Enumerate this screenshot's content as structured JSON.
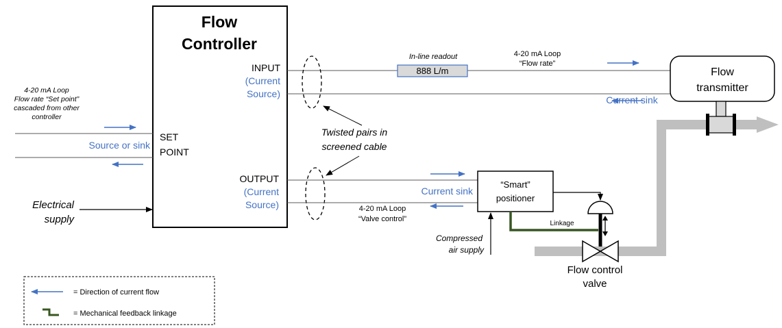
{
  "controller": {
    "title_line1": "Flow",
    "title_line2": "Controller"
  },
  "ports": {
    "input": {
      "label": "INPUT",
      "sub1": "(Current",
      "sub2": "Source)"
    },
    "output": {
      "label": "OUTPUT",
      "sub1": "(Current",
      "sub2": "Source)"
    },
    "set_point": {
      "line1": "SET",
      "line2": "POINT"
    }
  },
  "readout": {
    "caption": "In-line readout",
    "value": "888 L/m"
  },
  "loop_flow": {
    "line1": "4-20 mA Loop",
    "line2": "“Flow rate”"
  },
  "loop_setpoint": {
    "line1": "4-20 mA Loop",
    "line2": "Flow rate “Set point”",
    "line3": "cascaded from other",
    "line4": "controller"
  },
  "loop_valve": {
    "line1": "4-20 mA Loop",
    "line2": "“Valve control”"
  },
  "labels": {
    "source_or_sink": "Source or sink",
    "current_sink_top": "Current sink",
    "current_sink_bottom": "Current sink",
    "twisted_line1": "Twisted pairs in",
    "twisted_line2": "screened cable",
    "electrical_line1": "Electrical",
    "electrical_line2": "supply",
    "compressed_line1": "Compressed",
    "compressed_line2": "air supply",
    "linkage": "Linkage"
  },
  "transmitter": {
    "line1": "Flow",
    "line2": "transmitter"
  },
  "positioner": {
    "line1": "“Smart”",
    "line2": "positioner"
  },
  "valve": {
    "line1": "Flow control",
    "line2": "valve"
  },
  "legend": {
    "current_flow": "= Direction of current flow",
    "mechanical": "= Mechanical feedback linkage"
  },
  "colors": {
    "arrow_blue": "#4472c4",
    "linkage_green": "#385723",
    "pipe_grey": "#bfbfbf",
    "readout_fill": "#d9d9d9"
  }
}
